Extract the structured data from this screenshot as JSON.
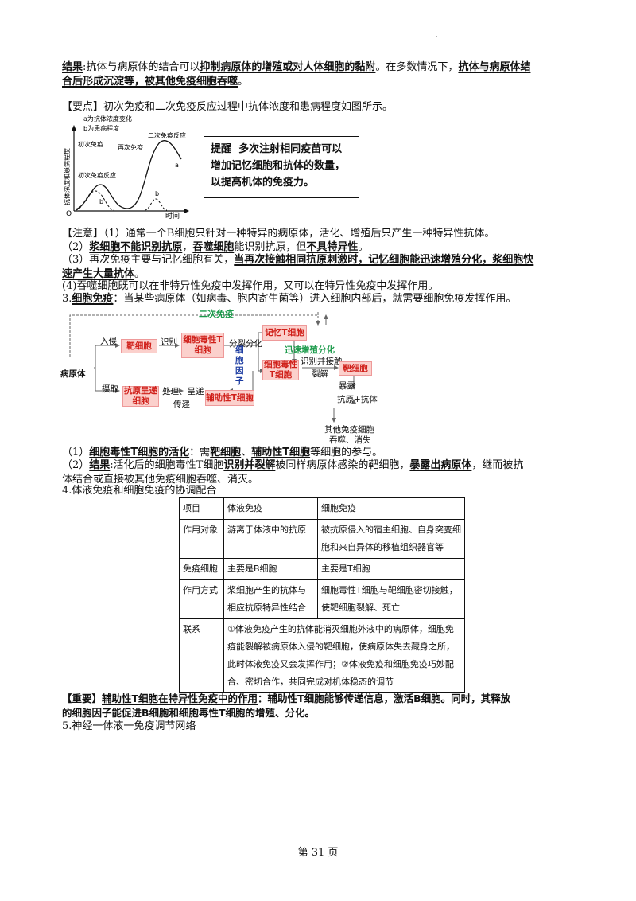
{
  "header_mark": "·",
  "result": {
    "label": "结果",
    "t1": ":抗体与病原体的结合可以",
    "u1": "抑制病原体的增殖或对人体细胞的黏附",
    "t2": "。在多数情况下，",
    "u2a": "抗体与病原体结",
    "u2b": "合后形成沉淀等，被其他免疫细胞吞噬",
    "t3": "。"
  },
  "key_point": "【要点】初次免疫和二次免疫反应过程中抗体浓度和患病程度如图所示。",
  "graph": {
    "legend_a": "a为抗体浓度变化",
    "legend_b": "b为患病程度",
    "ylabel": "抗体浓度和患病程度",
    "xlabel": "时间",
    "origin": "O",
    "label_first": "初次免疫",
    "label_first_reaction": "初次免疫反应",
    "label_again": "再次免疫",
    "label_second": "二次免疫反应",
    "curve_a": "a",
    "curve_b": "b",
    "curve_b2": "b"
  },
  "tip": {
    "label": "提醒",
    "text": "多次注射相同疫苗可以增加记忆细胞和抗体的数量，以提高机体的免疫力。"
  },
  "notes": {
    "n1": "【注意】（1）通常一个B细胞只针对一种特异的病原体，活化、增殖后只产生一种特异性抗体。",
    "n2_pre": "（2）",
    "n2_u1": "浆细胞不能识别抗原",
    "n2_t1": "，",
    "n2_u2": "吞噬细胞",
    "n2_t2": "能识别抗原，但",
    "n2_u3": "不具特异性",
    "n2_t3": "。",
    "n3_pre": "（3）再次免疫主要与记忆细胞有关，",
    "n3_u1": "当再次接触相同抗原刺激时，记忆细胞能迅速增殖分化，浆细胞快",
    "n3_u2": "速产生大量抗体",
    "n3_t": "。",
    "n4": "(4)吞噬细胞既可以在非特异性免疫中发挥作用，又可以在特异性免疫中发挥作用。"
  },
  "s3": {
    "pre": "3.",
    "label": "细胞免疫",
    "text": "：当某些病原体（如病毒、胞内寄生菌等）进入细胞内部后，就需要细胞免疫发挥作用。"
  },
  "diagram": {
    "second": "二次免疫",
    "pathogen": "病原体",
    "invade": "入侵",
    "target": "靶细胞",
    "recognize": "识别",
    "ctl": "细胞毒性T细胞",
    "divide": "分裂分化",
    "memory": "记忆T细胞",
    "rapid": "迅速增殖分化",
    "ctl2": "细胞毒性T细胞",
    "recognize_contact": "识别并接触",
    "lyse": "裂解",
    "target2": "靶细胞",
    "expose": "暴露",
    "ag_ab": "抗原+抗体",
    "cytokine": "细胞因子",
    "uptake": "摄取",
    "apc": "抗原呈递细胞",
    "process": "处理、呈递",
    "pass": "传递",
    "helper": "辅助性T细胞",
    "phag1": "其他免疫细胞",
    "phag2": "吞噬、消失"
  },
  "para1": {
    "pre": "（1）",
    "u1": "细胞毒性T细胞的活化",
    "t1": "：需",
    "u2": "靶细胞",
    "t2": "、",
    "u3": "辅助性T细胞",
    "t3": "等细胞的参与。"
  },
  "para2": {
    "pre": "（2）",
    "u1": "结果",
    "t1": ":活化后的细胞毒性T细胞",
    "u2": "识别并裂解",
    "t2": "被同样病原体感染的靶细胞，",
    "u3": "暴露出病原体",
    "t3": "，继而被抗",
    "line2": "体结合或直接被其他免疫细胞吞噬、消灭。"
  },
  "s4": "4.体液免疫和细胞免疫的协调配合",
  "table": {
    "h0": "项目",
    "h1": "体液免疫",
    "h2": "细胞免疫",
    "r1c0": "作用对象",
    "r1c1": "游离于体液中的抗原",
    "r1c2": "被抗原侵入的宿主细胞、自身突变细胞和来自异体的移植组织器官等",
    "r2c0": "免疫细胞",
    "r2c1": "主要是B细胞",
    "r2c2": "主要是T细胞",
    "r3c0": "作用方式",
    "r3c1": "浆细胞产生的抗体与相应抗原特异性结合",
    "r3c2": "细胞毒性T细胞与靶细胞密切接触，使靶细胞裂解、死亡",
    "r4c0": "联系",
    "r4c1": "①体液免疫产生的抗体能消灭细胞外液中的病原体，细胞免疫能裂解被病原体入侵的靶细胞，使病原体失去藏身之所，此时体液免疫又会发挥作用；②体液免疫和细胞免疫巧妙配合、密切合作，共同完成对机体稳态的调节"
  },
  "important": {
    "pre": "【重要】",
    "u1": "辅助性T细胞在特异性免疫中的作用",
    "t1": "：辅助性T细胞能够传递信息，激活B细胞。同时，其释放",
    "line2": "的细胞因子能促进B细胞和细胞毒性T细胞的增殖、分化。"
  },
  "s5": "5.神经一体液一免疫调节网络",
  "footer": "第 31 页"
}
